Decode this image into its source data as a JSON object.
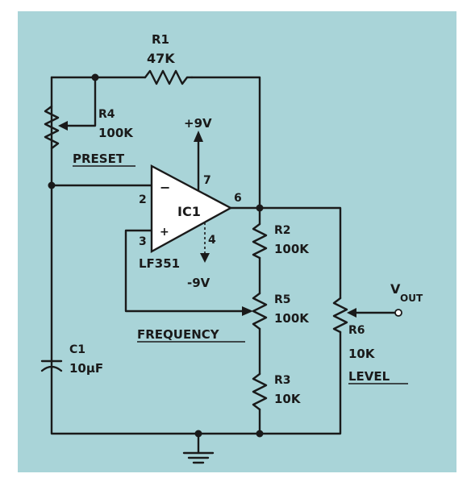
{
  "colors": {
    "panel": "#a9d4d8",
    "ink": "#1a1a1a",
    "opamp_fill": "#ffffff"
  },
  "components": {
    "r1": {
      "ref": "R1",
      "value": "47K"
    },
    "r4": {
      "ref": "R4",
      "value": "100K",
      "note": "PRESET"
    },
    "ic1": {
      "ref": "IC1",
      "part": "LF351",
      "pin2": "2",
      "pin3": "3",
      "pin4": "4",
      "pin6": "6",
      "pin7": "7",
      "minus": "−",
      "plus": "+"
    },
    "vpos": "+9V",
    "vneg": "-9V",
    "r2": {
      "ref": "R2",
      "value": "100K"
    },
    "r5": {
      "ref": "R5",
      "value": "100K",
      "note": "FREQUENCY"
    },
    "r3": {
      "ref": "R3",
      "value": "10K"
    },
    "r6": {
      "ref": "R6",
      "value": "10K",
      "note": "LEVEL"
    },
    "c1": {
      "ref": "C1",
      "value": "10µF"
    },
    "vout": {
      "main": "V",
      "sub": "OUT"
    }
  }
}
